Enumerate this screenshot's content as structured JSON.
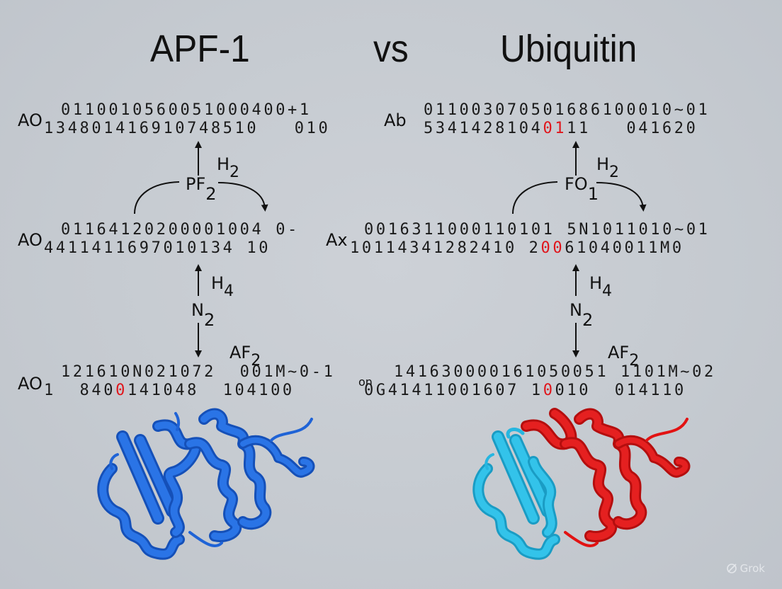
{
  "header": {
    "left_title": "APF-1",
    "middle": "vs",
    "right_title": "Ubiquitin"
  },
  "left_panel": {
    "row1": {
      "label": "AO",
      "top": "0110010560051000400+1",
      "bottom": "134801416910748510   010"
    },
    "mediator_top": {
      "main": "PF",
      "sub": "2"
    },
    "side_top": {
      "main": "H",
      "sub": "2"
    },
    "row2": {
      "label": "AO",
      "top": "01164120200001004 0-",
      "bottom": "4411411697010134 10"
    },
    "side_mid": {
      "main": "H",
      "sub": "4"
    },
    "mediator_mid": {
      "main": "N",
      "sub": "2"
    },
    "side_bottom": {
      "main": "AF",
      "sub": "2"
    },
    "row3": {
      "label": "AO",
      "sub_label": "1",
      "top": "121610N021072  001M~0-1",
      "bottom_before": "1  840",
      "bottom_highlight": "0",
      "bottom_after": "141048  104100"
    },
    "protein": {
      "name": "APF-1 structure",
      "color": "#1f63d6"
    }
  },
  "right_panel": {
    "row1": {
      "label": "Ab",
      "top": "011003070501686100010~01",
      "bottom_before": "5341428104",
      "bottom_highlight": "01",
      "bottom_after": "11   041620"
    },
    "mediator_top": {
      "main": "FO",
      "sub": "1"
    },
    "side_top": {
      "main": "H",
      "sub": "2"
    },
    "row2": {
      "label": "Ax",
      "top": "0016311000110101 5N1011010~01",
      "bottom_before": "10114341282410 2",
      "bottom_highlight": "00",
      "bottom_after": "61040011M0"
    },
    "side_mid": {
      "main": "H",
      "sub": "4"
    },
    "mediator_mid": {
      "main": "N",
      "sub": "2"
    },
    "side_bottom": {
      "main": "AF",
      "sub": "2"
    },
    "row3": {
      "label": "on",
      "top": "141630000161050051 1101M~02",
      "bottom_before": "0G41411001607 1",
      "bottom_highlight": "0",
      "bottom_after": "010  014110"
    },
    "protein": {
      "name": "Ubiquitin structure",
      "color_a": "#26b6e0",
      "color_b": "#e21212"
    }
  },
  "watermark": {
    "icon": "grok-logo-icon",
    "text": "Grok"
  },
  "colors": {
    "background": "#c6cbd1",
    "highlight": "#e0151b",
    "blue_ribbon": "#1f63d6",
    "cyan_ribbon": "#26b6e0",
    "red_ribbon": "#e21212"
  }
}
